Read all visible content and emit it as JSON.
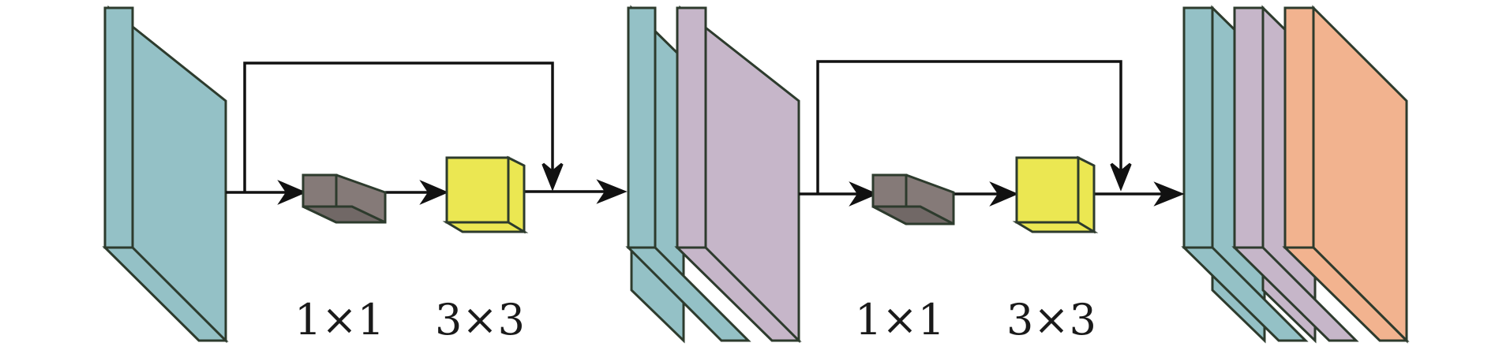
{
  "colors": {
    "input_block": "#94c1c6",
    "concat_block": "#c6b6c9",
    "output_block": "#f2b38f",
    "conv1x1": "#857a78",
    "conv3x3": "#ebe752",
    "edge": "#2d3b2d",
    "arrow": "#111111"
  },
  "dense_block": {
    "stages": [
      {
        "kernel_labels": [
          "1×1",
          "3×3"
        ]
      },
      {
        "kernel_labels": [
          "1×1",
          "3×3"
        ]
      }
    ]
  }
}
